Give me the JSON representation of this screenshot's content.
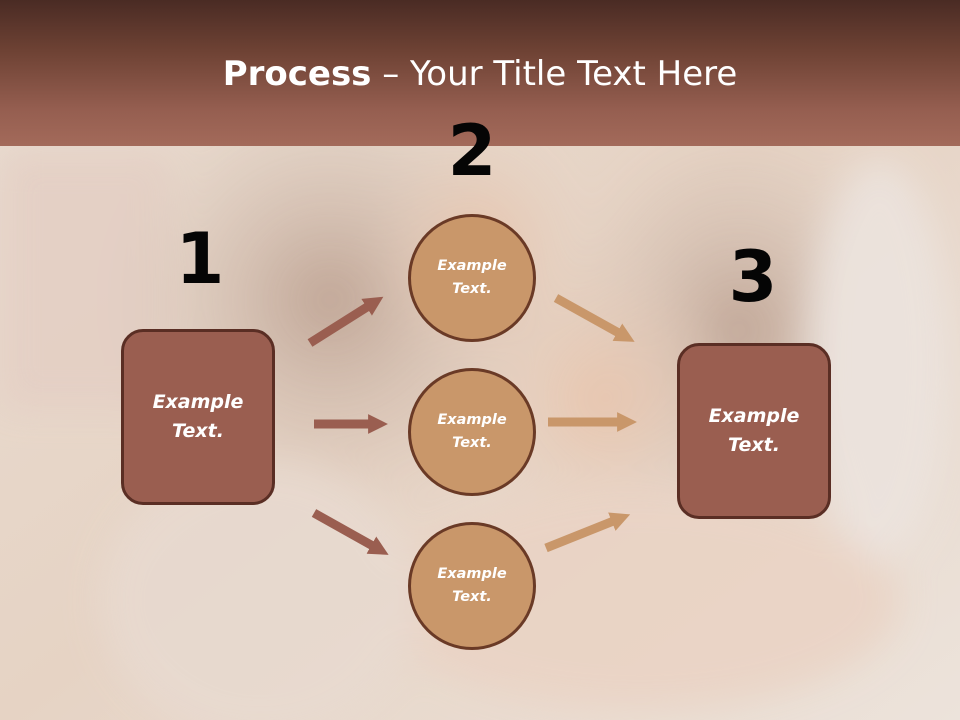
{
  "title": {
    "bold": "Process",
    "rest": " – Your Title Text Here"
  },
  "steps": {
    "one": "1",
    "two": "2",
    "three": "3"
  },
  "left_box": {
    "text": "Example Text."
  },
  "right_box": {
    "text": "Example Text."
  },
  "circles": [
    {
      "text": "Example Text."
    },
    {
      "text": "Example Text."
    },
    {
      "text": "Example Text."
    }
  ],
  "colors": {
    "box_fill": "#9a5e50",
    "box_border": "#5a2e24",
    "circle_fill": "#c9976a",
    "circle_border": "#6a3a26",
    "arrow_left": "#9a5e50",
    "arrow_right": "#c9976a",
    "title_bar": "#7b4a3d"
  }
}
